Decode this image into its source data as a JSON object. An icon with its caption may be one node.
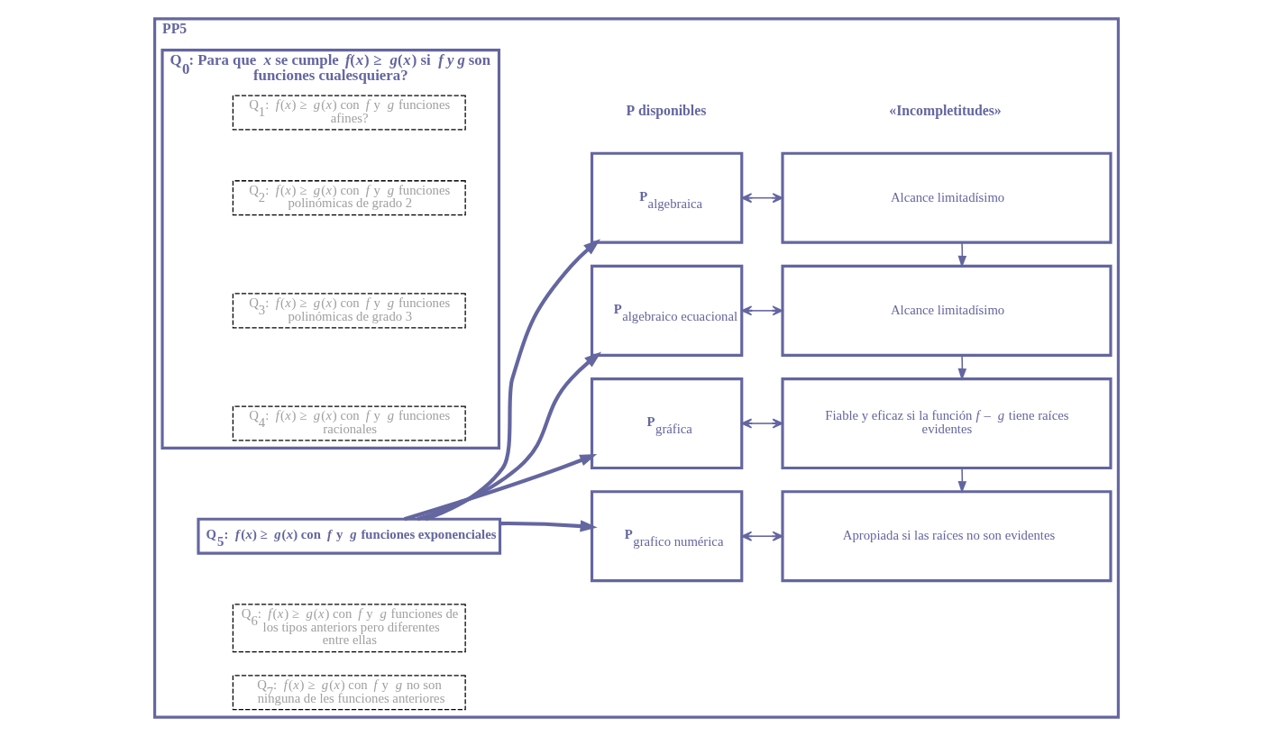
{
  "diagram": {
    "nodes": [
      {
        "text": [
          "PP5"
        ]
      },
      {
        "text": [
          "Q$_{0}$: Para que *x* se cumple *f*(*x*) ≥ *g*(*x*) si *f y g* son funciones cualesquiera?"
        ],
        "in": 0
      },
      {
        "text": [
          "Q$_{1}$: *f*(*x*) ≥ *g*(*x*) con *f* y *g* funciones afines?"
        ],
        "in": 1
      },
      {
        "text": [
          "Q$_{2}$: *f*(*x*) ≥ *g*(*x*) con *f* y *g* funciones polinómicas de grado 2"
        ],
        "in": 1
      },
      {
        "text": [
          "Q$_{3}$: *f*(*x*) ≥ *g*(*x*) con *f* y *g* funciones polinómicas de grado 3"
        ],
        "in": 1
      },
      {
        "text": [
          "Q$_{4}$: *f*(*x*) ≥ *g*(*x*) con *f* y *g* funciones racionales"
        ],
        "in": 1
      },
      {
        "text": [
          "Q$_{5}$: *f*(*x*) ≥ *g*(*x*) con *f* y *g* funciones exponenciales"
        ],
        "in": 0
      },
      {
        "text": [
          "Q$_{6}$: *f*(*x*) ≥ *g*(*x*) con *f* y *g* funciones de los tipos anteriors pero diferentes entre ellas"
        ],
        "in": 0
      },
      {
        "text": [
          "Q$_{7}$: *f*(*x*) ≥ *g*(*x*) con *f* y *g* no son ninguna de les funciones anteriores"
        ],
        "in": 0
      },
      {
        "text": [
          "**P**$_{algebraica}$"
        ],
        "in": 0
      },
      {
        "text": [
          "**P**$_{algebraico ecuacional}$"
        ],
        "in": 0
      },
      {
        "text": [
          "**P**$_{gráfica}$"
        ],
        "in": 0
      },
      {
        "text": [
          "**P**$_{grafico numérica}$"
        ],
        "in": 0
      },
      {
        "text": [
          "Alcance limitadísimo"
        ],
        "in": 0
      },
      {
        "text": [
          "Alcance limitadísimo"
        ],
        "in": 0
      },
      {
        "text": [
          "Fiable y eficaz si la función *f* – *g* tiene raíces evidentes"
        ],
        "in": 0
      },
      {
        "text": [
          "Apropiada si las raíces no son evidentes"
        ],
        "in": 0
      }
    ],
    "edges": [
      {
        "from": 6,
        "to": 9,
        "arrow": "to",
        "style": "thick"
      },
      {
        "from": 6,
        "to": 10,
        "arrow": "to",
        "style": "thick"
      },
      {
        "from": 6,
        "to": 11,
        "arrow": "to",
        "style": "thick"
      },
      {
        "from": 6,
        "to": 12,
        "arrow": "to",
        "style": "thick"
      },
      {
        "from": 9,
        "to": 13,
        "arrow": "both"
      },
      {
        "from": 10,
        "to": 14,
        "arrow": "both"
      },
      {
        "from": 11,
        "to": 15,
        "arrow": "both"
      },
      {
        "from": 12,
        "to": 16,
        "arrow": "both"
      },
      {
        "from": 13,
        "to": 14,
        "arrow": "to"
      },
      {
        "from": 14,
        "to": 15,
        "arrow": "to"
      },
      {
        "from": 15,
        "to": 16,
        "arrow": "to"
      }
    ],
    "labels": [
      "P disponibles",
      "«Incompletitudes»"
    ]
  }
}
